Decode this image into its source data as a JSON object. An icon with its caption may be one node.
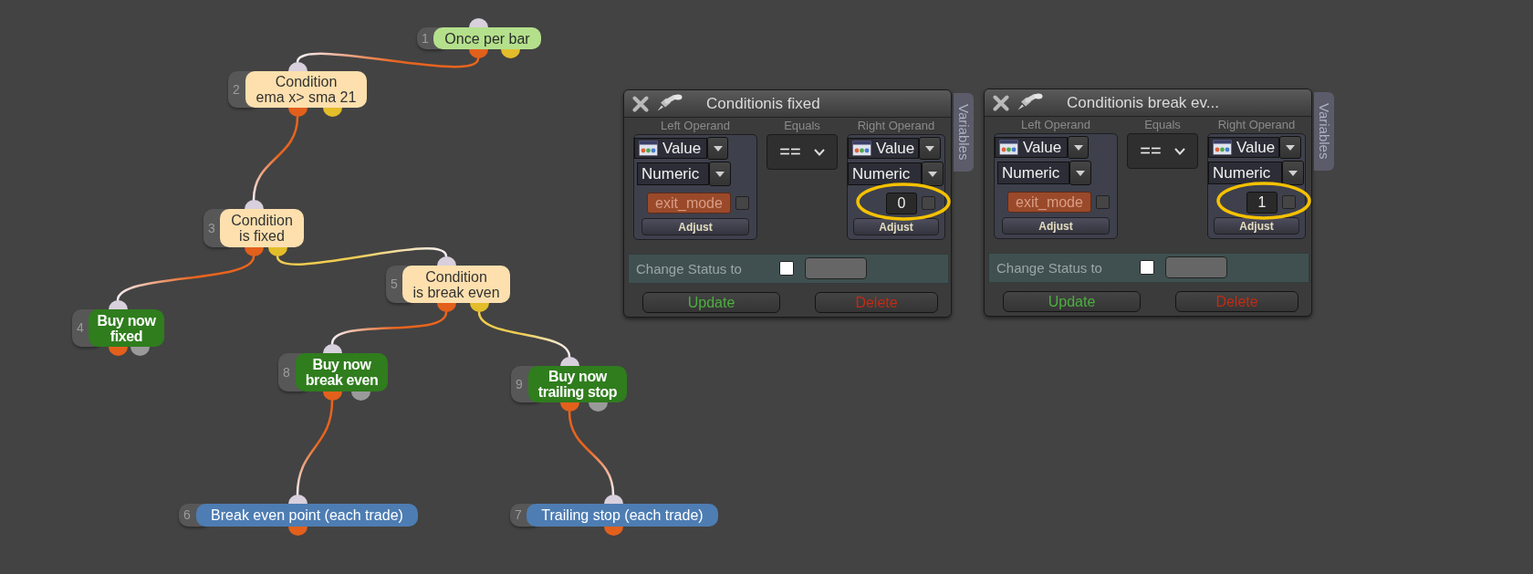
{
  "diagram": {
    "nodes": [
      {
        "text": [
          "1",
          "Once per bar"
        ]
      },
      {
        "text": [
          "2",
          "Condition ema x> sma 21"
        ]
      },
      {
        "text": [
          "3",
          "Condition is fixed"
        ]
      },
      {
        "text": [
          "4",
          "Buy now fixed"
        ]
      },
      {
        "text": [
          "5",
          "Condition is break even"
        ]
      },
      {
        "text": [
          "8",
          "Buy now break even"
        ]
      },
      {
        "text": [
          "9",
          "Buy now trailing stop"
        ]
      },
      {
        "text": [
          "6",
          "Break even point (each trade)"
        ]
      },
      {
        "text": [
          "7",
          "Trailing stop (each trade)"
        ]
      },
      {
        "text": [
          "Conditionis fixed"
        ]
      },
      {
        "text": [
          "Left Operand"
        ],
        "in": 9
      },
      {
        "text": [
          "Value"
        ],
        "in": 10
      },
      {
        "text": [
          "Numeric"
        ],
        "in": 10
      },
      {
        "text": [
          "exit_mode"
        ],
        "in": 10
      },
      {
        "text": [
          "Adjust"
        ],
        "in": 10
      },
      {
        "text": [
          "Equals",
          "=="
        ],
        "in": 9
      },
      {
        "text": [
          "Right Operand"
        ],
        "in": 9
      },
      {
        "text": [
          "Value"
        ],
        "in": 16
      },
      {
        "text": [
          "Numeric"
        ],
        "in": 16
      },
      {
        "text": [
          "0"
        ],
        "in": 16
      },
      {
        "text": [
          "Adjust"
        ],
        "in": 16
      },
      {
        "text": [
          "Change Status to"
        ],
        "in": 9
      },
      {
        "text": [
          "Update"
        ],
        "in": 9
      },
      {
        "text": [
          "Delete"
        ],
        "in": 9
      },
      {
        "text": [
          "Variables"
        ]
      },
      {
        "text": [
          "Conditionis break ev..."
        ]
      },
      {
        "text": [
          "Left Operand"
        ],
        "in": 25
      },
      {
        "text": [
          "Value"
        ],
        "in": 26
      },
      {
        "text": [
          "Numeric"
        ],
        "in": 26
      },
      {
        "text": [
          "exit_mode"
        ],
        "in": 26
      },
      {
        "text": [
          "Adjust"
        ],
        "in": 26
      },
      {
        "text": [
          "Equals",
          "=="
        ],
        "in": 25
      },
      {
        "text": [
          "Right Operand"
        ],
        "in": 25
      },
      {
        "text": [
          "Value"
        ],
        "in": 32
      },
      {
        "text": [
          "Numeric"
        ],
        "in": 32
      },
      {
        "text": [
          "1"
        ],
        "in": 32
      },
      {
        "text": [
          "Adjust"
        ],
        "in": 32
      },
      {
        "text": [
          "Change Status to"
        ],
        "in": 25
      },
      {
        "text": [
          "Update"
        ],
        "in": 25
      },
      {
        "text": [
          "Delete"
        ],
        "in": 25
      },
      {
        "text": [
          "Variables"
        ]
      }
    ],
    "edges": [
      {
        "from": 0,
        "to": 1,
        "arrow": "none"
      },
      {
        "from": 1,
        "to": 2,
        "arrow": "none"
      },
      {
        "from": 2,
        "to": 3,
        "arrow": "none"
      },
      {
        "from": 2,
        "to": 4,
        "arrow": "none",
        "color": "#f0cc50"
      },
      {
        "from": 4,
        "to": 5,
        "arrow": "none"
      },
      {
        "from": 4,
        "to": 6,
        "arrow": "none",
        "color": "#f0cc50"
      },
      {
        "from": 5,
        "to": 7,
        "arrow": "none"
      },
      {
        "from": 6,
        "to": 8,
        "arrow": "none"
      }
    ]
  }
}
